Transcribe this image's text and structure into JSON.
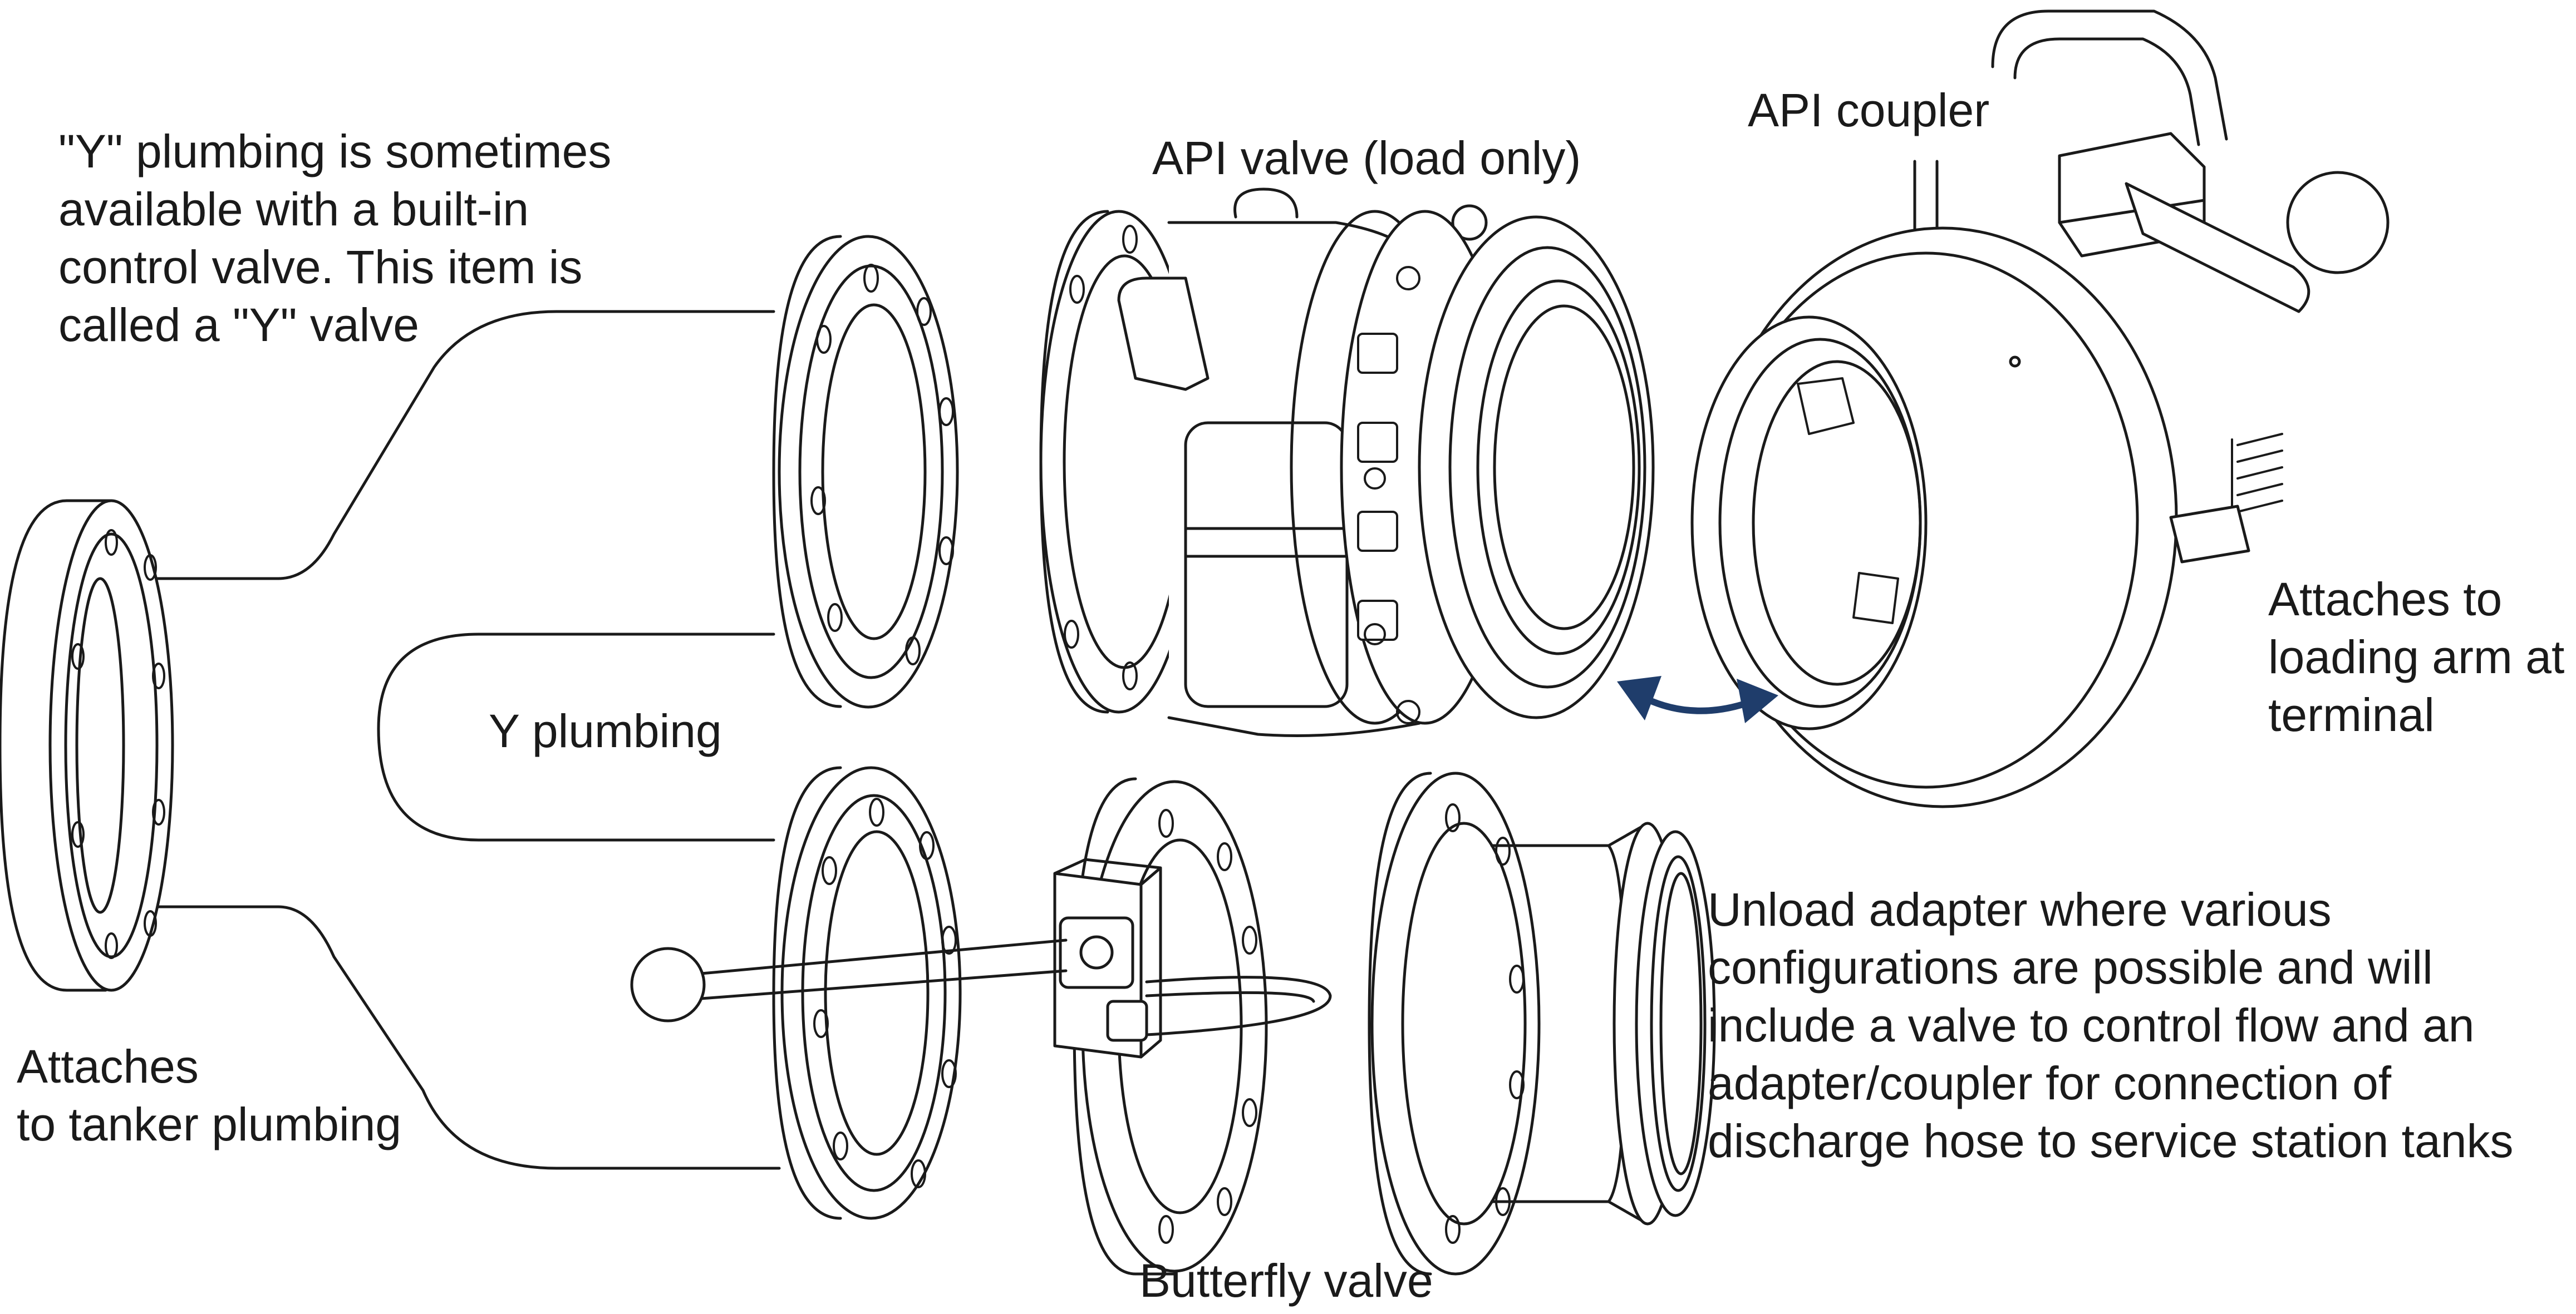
{
  "labels": {
    "y_note": [
      "\"Y\"  plumbing is sometimes",
      "available with a built-in",
      "control valve. This item is",
      "called a \"Y\" valve"
    ],
    "api_valve": "API valve (load only)",
    "api_coupler": "API coupler",
    "loading_arm": [
      "Attaches to",
      "loading arm at",
      "terminal"
    ],
    "y_plumbing": "Y plumbing",
    "tanker": [
      "Attaches",
      "to tanker plumbing"
    ],
    "unload_adapter": [
      "Unload adapter where various",
      "configurations are possible and will",
      "include a valve to control flow and an",
      "adapter/coupler for connection of",
      "discharge hose to service station tanks"
    ],
    "butterfly": "Butterfly valve"
  },
  "colors": {
    "line": "#1a1a1a",
    "arrow": "#1f3d6b",
    "background": "#ffffff"
  },
  "icons": {
    "connection_arrow": "double-headed-curved-arrow"
  }
}
